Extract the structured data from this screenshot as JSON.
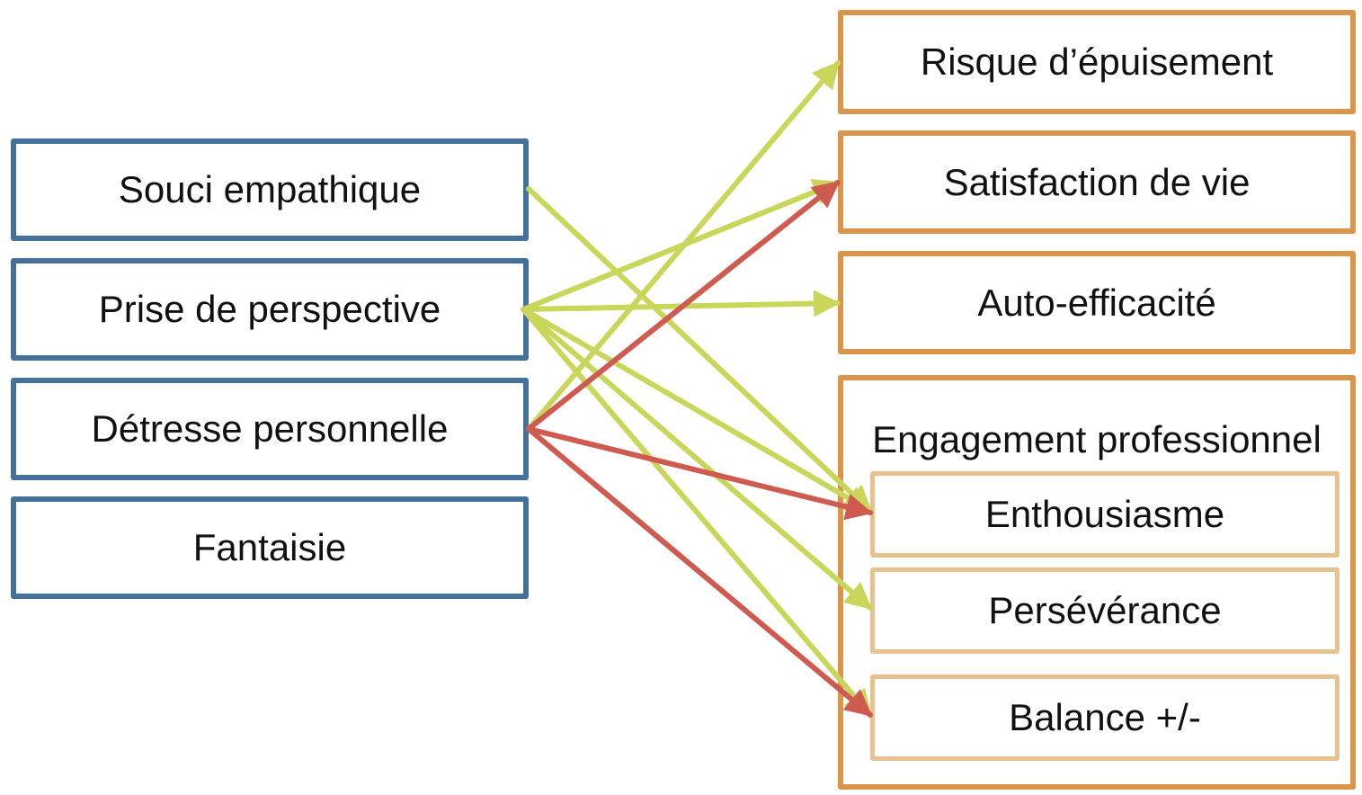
{
  "left_boxes": {
    "souci": "Souci empathique",
    "perspective": "Prise de perspective",
    "detresse": "Détresse personnelle",
    "fantaisie": "Fantaisie"
  },
  "right_boxes": {
    "risque": "Risque d’épuisement",
    "satisfaction": "Satisfaction de vie",
    "auto": "Auto-efficacité",
    "engagement": "Engagement professionnel",
    "enthousiasme": "Enthousiasme",
    "perseverance": "Persévérance",
    "balance": "Balance +/-"
  },
  "colors": {
    "positive_arrow": "#C9D65A",
    "negative_arrow": "#CE5A50",
    "left_border": "#44719A",
    "right_border": "#D9954A",
    "sub_border": "#E8C190"
  },
  "arrows": [
    {
      "from": "Souci empathique",
      "to": "Enthousiasme",
      "type": "positive"
    },
    {
      "from": "Prise de perspective",
      "to": "Satisfaction de vie",
      "type": "positive"
    },
    {
      "from": "Prise de perspective",
      "to": "Auto-efficacité",
      "type": "positive"
    },
    {
      "from": "Prise de perspective",
      "to": "Enthousiasme",
      "type": "positive"
    },
    {
      "from": "Prise de perspective",
      "to": "Persévérance",
      "type": "positive"
    },
    {
      "from": "Prise de perspective",
      "to": "Balance +/-",
      "type": "positive"
    },
    {
      "from": "Détresse personnelle",
      "to": "Risque d’épuisement",
      "type": "positive"
    },
    {
      "from": "Détresse personnelle",
      "to": "Satisfaction de vie",
      "type": "negative"
    },
    {
      "from": "Détresse personnelle",
      "to": "Enthousiasme",
      "type": "negative"
    },
    {
      "from": "Détresse personnelle",
      "to": "Balance +/-",
      "type": "negative"
    }
  ]
}
